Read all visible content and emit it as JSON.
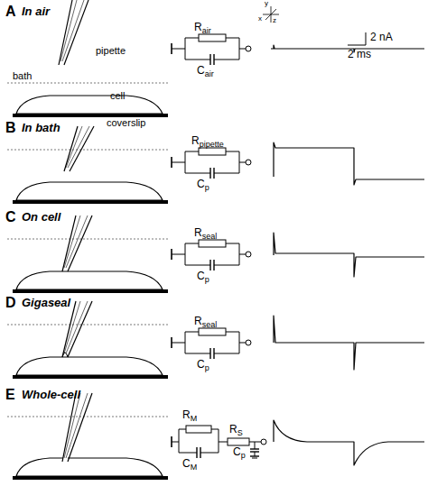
{
  "diagram": {
    "labels": [
      "A",
      "In air",
      "pipette",
      "y",
      "x",
      "z",
      "bath",
      "cell",
      "coverslip",
      "R",
      "air",
      "C",
      "air",
      "2 nA",
      "2 ms",
      "B",
      "In bath",
      "R",
      "pipette",
      "C",
      "p",
      "C",
      "On cell",
      "R",
      "seal",
      "C",
      "p",
      "D",
      "Gigaseal",
      "R",
      "seal",
      "C",
      "p",
      "E",
      "Whole-cell",
      "R",
      "M",
      "C",
      "M",
      "R",
      "S",
      "C",
      "p"
    ]
  }
}
